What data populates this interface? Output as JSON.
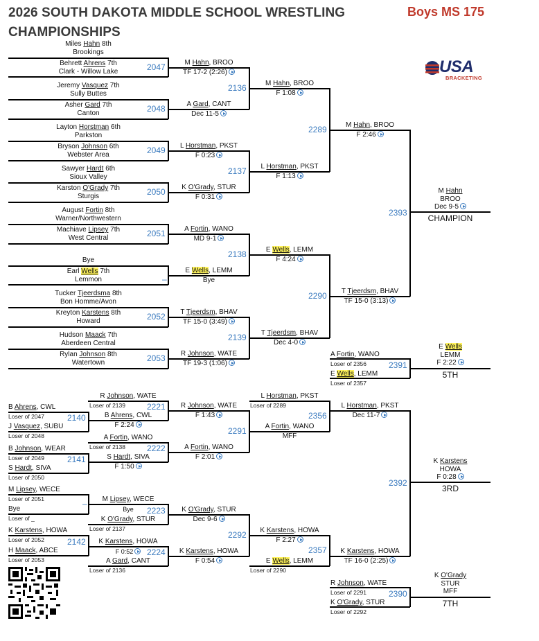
{
  "header": {
    "title": "2026 SOUTH DAKOTA MIDDLE SCHOOL WRESTLING CHAMPIONSHIPS",
    "weight": "Boys MS 175"
  },
  "logo": {
    "usa": "USA",
    "bracketing": "BRACKETING"
  },
  "colors": {
    "title": "#3a3a3a",
    "weight": "#c0392b",
    "bout_number": "#3b7bbf",
    "highlight": "#fff35a",
    "logo_navy": "#1f2d6b"
  },
  "bouts": {
    "b2047": "2047",
    "b2048": "2048",
    "b2049": "2049",
    "b2050": "2050",
    "b2051": "2051",
    "b2052": "2052",
    "b2053": "2053",
    "b2136": "2136",
    "b2137": "2137",
    "b2138": "2138",
    "b2139": "2139",
    "b2289": "2289",
    "b2290": "2290",
    "b2393": "2393",
    "b2391": "2391",
    "b2221": "2221",
    "b2222": "2222",
    "b2223": "2223",
    "b2224": "2224",
    "b2140": "2140",
    "b2141": "2141",
    "b2142": "2142",
    "b2291": "2291",
    "b2292": "2292",
    "b2356": "2356",
    "b2357": "2357",
    "b2392": "2392",
    "b2390": "2390"
  },
  "places": {
    "champion": "CHAMPION",
    "fifth": "5TH",
    "third": "3RD",
    "seventh": "7TH"
  }
}
